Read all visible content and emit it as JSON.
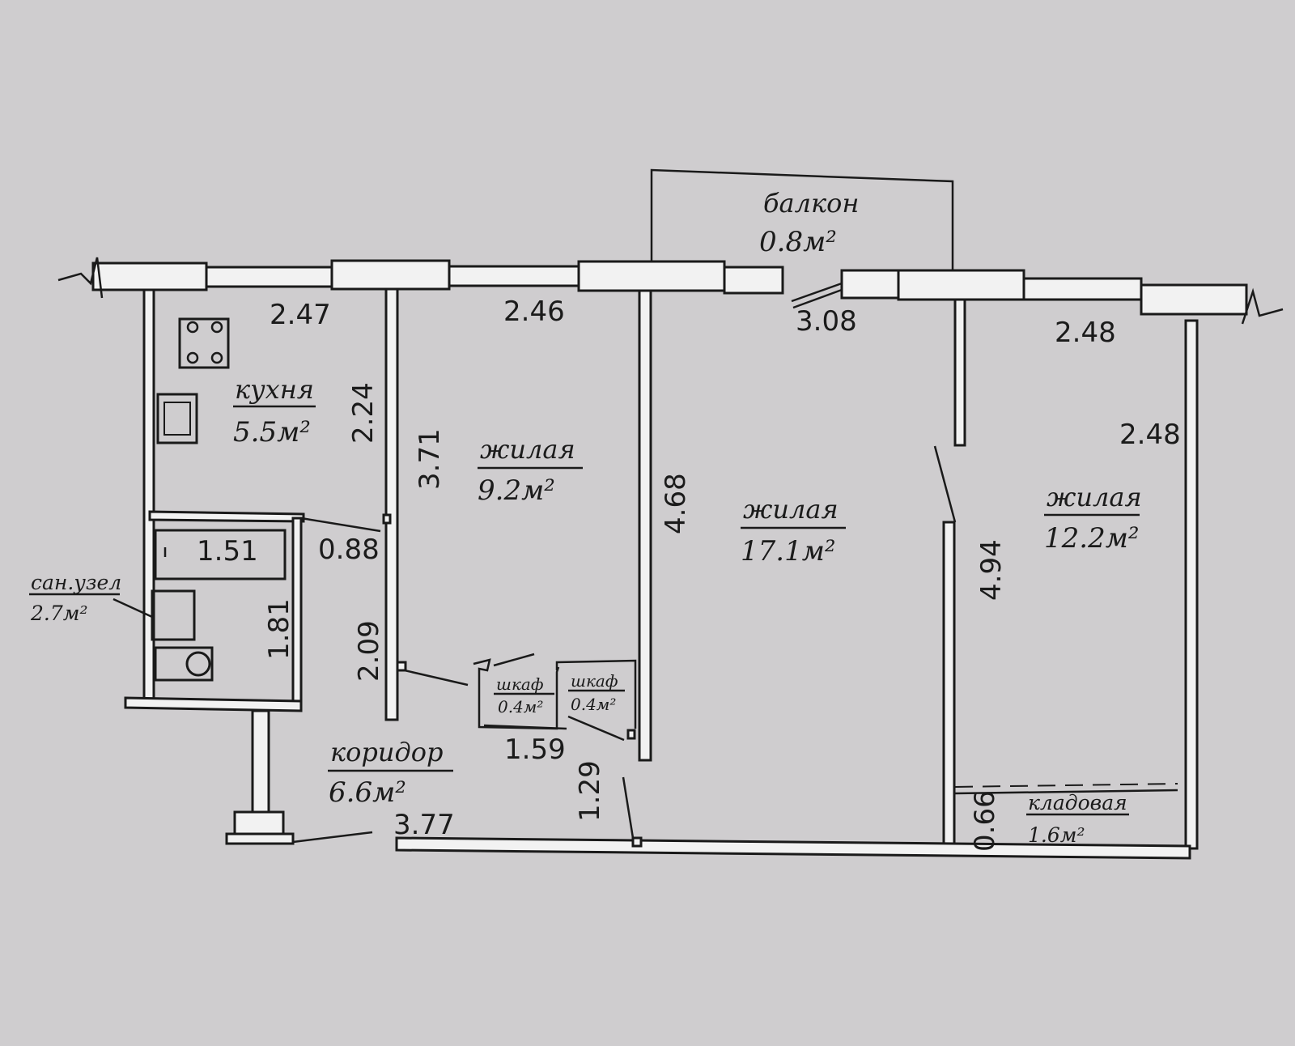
{
  "rooms": {
    "balcony": {
      "name": "балкон",
      "area": "0.8м²"
    },
    "kitchen": {
      "name": "кухня",
      "area": "5.5м²"
    },
    "living_small": {
      "name": "жилая",
      "area": "9.2м²"
    },
    "living_large": {
      "name": "жилая",
      "area": "17.1м²"
    },
    "living_right": {
      "name": "жилая",
      "area": "12.2м²"
    },
    "bathroom": {
      "name": "сан.узел",
      "area": "2.7м²"
    },
    "closet1": {
      "name": "шкаф",
      "area": "0.4м²"
    },
    "closet2": {
      "name": "шкаф",
      "area": "0.4м²"
    },
    "corridor": {
      "name": "коридор",
      "area": "6.6м²"
    },
    "storage": {
      "name": "кладовая",
      "area": "1.6м²"
    }
  },
  "dimensions": {
    "kitchen_width": "2.47",
    "room9_width": "2.46",
    "room17_width": "3.08",
    "room12_width": "2.48",
    "room12_depth": "2.48",
    "kitchen_depth": "2.24",
    "room9_depth": "3.71",
    "room17_depth": "4.68",
    "room12_side": "4.94",
    "bath_width": "1.51",
    "bath_gap": "0.88",
    "bath_depth": "1.81",
    "corridor_side": "2.09",
    "closet_width": "1.59",
    "corridor_end": "1.29",
    "corridor_length": "3.77",
    "storage_depth": "0.66"
  }
}
